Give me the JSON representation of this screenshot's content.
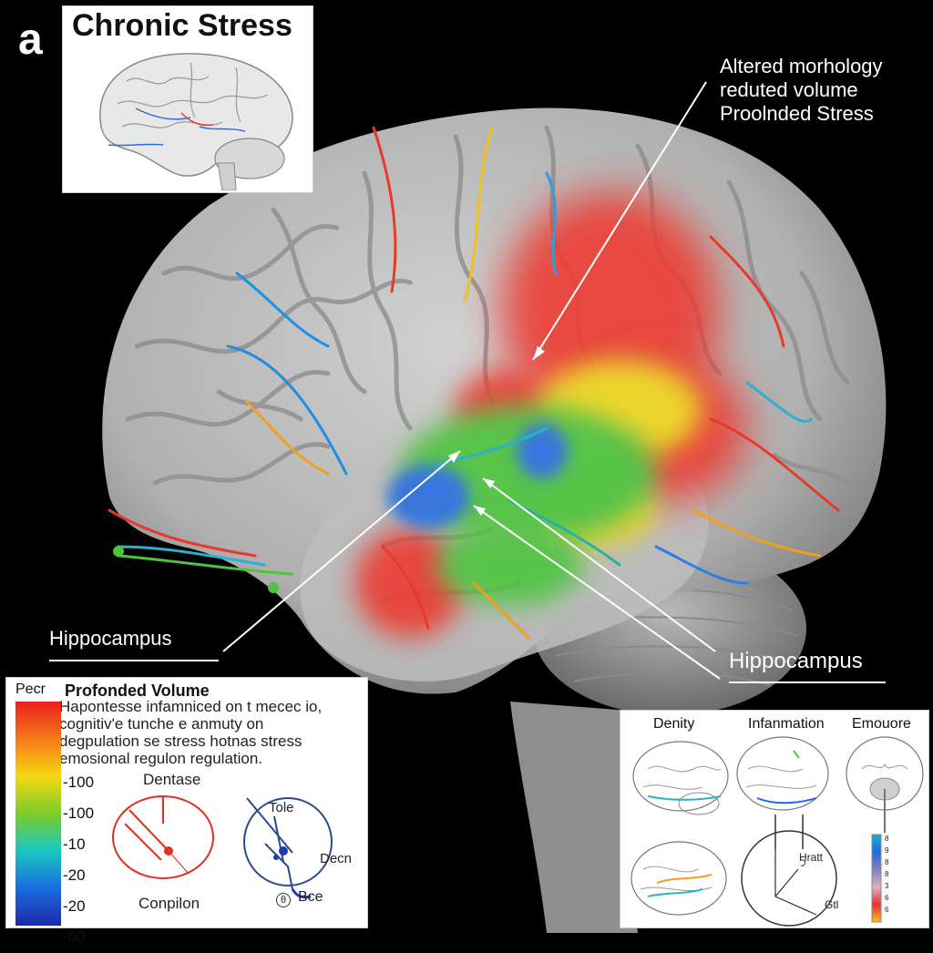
{
  "panel_letter": "a",
  "inset_top": {
    "title": "Chronic Stress"
  },
  "annotations": {
    "top_right_lines": [
      "Altered morhology",
      "reduted volume",
      "Proolnded Stress"
    ],
    "hippocampus_left": "Hippocampus",
    "hippocampus_right": "Hippocampus"
  },
  "legend_panel": {
    "corner_label": "Pecr",
    "title": "Profonded Volume",
    "lines": [
      "Hapontesse infamniced on t mecec io,",
      "cognitiv'e tunche e anmuty on",
      "degpulation se stress hotnas stress",
      "emosional regulon regulation."
    ],
    "ticks": [
      "-100",
      "-100",
      "-10",
      "-20",
      "-20",
      "-00"
    ],
    "gradient_colors": [
      "#e8201c",
      "#f57a18",
      "#f5d812",
      "#7ccc2a",
      "#18c8c0",
      "#1a6ce0",
      "#1c2aa8"
    ],
    "sketch_left": {
      "top": "Dentase",
      "bottom": "Conpilon"
    },
    "sketch_right": {
      "top": "Tole",
      "right": "Decn",
      "bottom": "Bce",
      "circle": "θ"
    }
  },
  "right_panel": {
    "headers": [
      "Denity",
      "Infanmation",
      "Emouore"
    ],
    "lower_labels": [
      "Hratt",
      "Gtl"
    ],
    "scale_ticks": [
      "8",
      "9",
      "8",
      "8",
      "3",
      "6",
      "6"
    ]
  },
  "colors": {
    "heat_red": "#ec3a32",
    "heat_yellow": "#f2d81a",
    "heat_green": "#4ec43c",
    "heat_blue": "#2a6ee0",
    "brain_gray": "#b4b4b4",
    "background": "#000000"
  }
}
